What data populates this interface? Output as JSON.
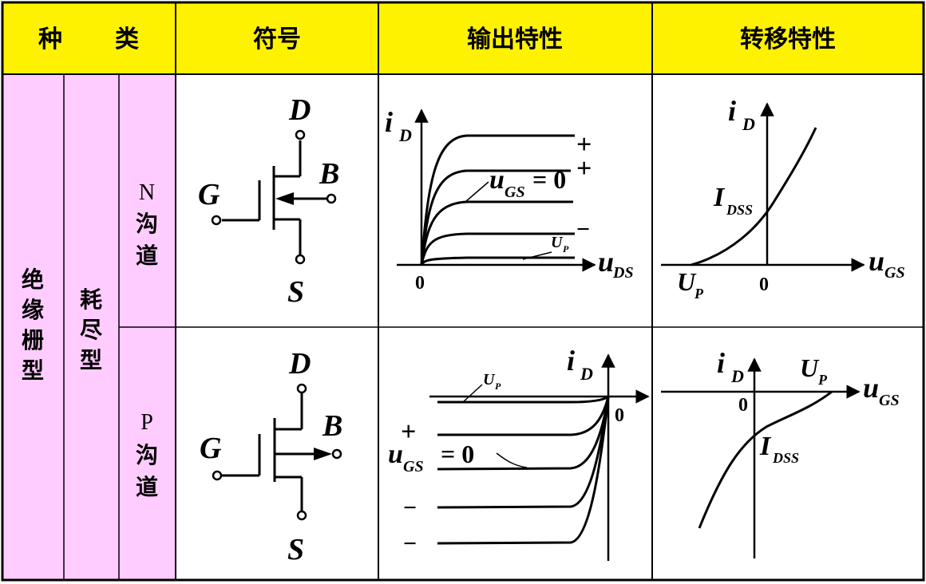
{
  "colors": {
    "header_bg": "#fff200",
    "category_bg": "#ffccff",
    "border": "#000000",
    "cell_bg": "#ffffff",
    "ink": "#000000"
  },
  "header": {
    "kind_1": "种",
    "kind_2": "类",
    "symbol": "符号",
    "output": "输出特性",
    "transfer": "转移特性"
  },
  "categories": {
    "insulated_gate": [
      "绝",
      "缘",
      "栅",
      "型"
    ],
    "depletion": [
      "耗",
      "尽",
      "型"
    ],
    "n_channel": [
      "N",
      "沟",
      "道"
    ],
    "p_channel": [
      "P",
      "沟",
      "道"
    ]
  },
  "symbol": {
    "drain": "D",
    "gate": "G",
    "source": "S",
    "body": "B"
  },
  "output_n": {
    "y_axis": "i",
    "y_sub": "D",
    "x_axis": "u",
    "x_sub": "DS",
    "origin": "0",
    "ugs_label": "u",
    "ugs_sub": "GS",
    "ugs_eq": "= 0",
    "plus_1": "+",
    "plus_2": "+",
    "minus": "−",
    "up_label": "U",
    "up_sub": "P"
  },
  "output_p": {
    "y_axis": "i",
    "y_sub": "D",
    "origin": "0",
    "up_label": "U",
    "up_sub": "P",
    "plus": "+",
    "ugs_label": "u",
    "ugs_sub": "GS",
    "ugs_eq": "= 0",
    "minus_1": "−",
    "minus_2": "−"
  },
  "transfer_n": {
    "y_axis": "i",
    "y_sub": "D",
    "x_axis": "u",
    "x_sub": "GS",
    "idss": "I",
    "idss_sub": "DSS",
    "up_label": "U",
    "up_sub": "P",
    "origin": "0"
  },
  "transfer_p": {
    "y_axis": "i",
    "y_sub": "D",
    "x_axis": "u",
    "x_sub": "GS",
    "up_label": "U",
    "up_sub": "P",
    "origin": "0",
    "idss": "I",
    "idss_sub": "DSS"
  }
}
